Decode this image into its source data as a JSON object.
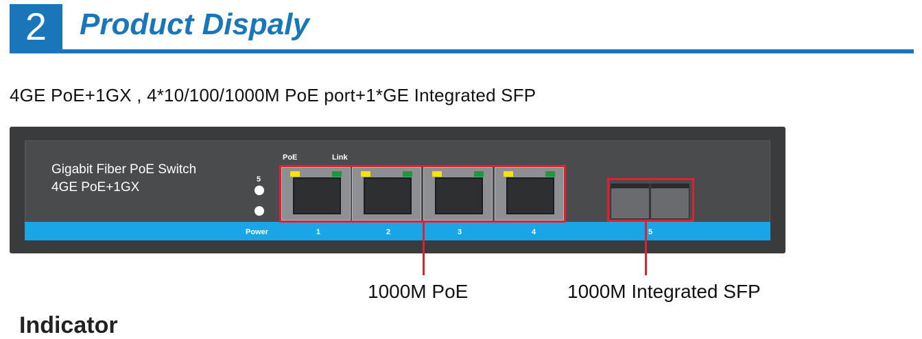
{
  "header": {
    "section_number": "2",
    "title": "Product Dispaly"
  },
  "description": "4GE PoE+1GX , 4*10/100/1000M PoE port+1*GE Integrated SFP",
  "device": {
    "name": "Gigabit Fiber PoE Switch",
    "model": "4GE PoE+1GX",
    "poe_label": "PoE",
    "link_label": "Link",
    "sfp_led_label": "5",
    "power_label": "Power",
    "port_labels": [
      "1",
      "2",
      "3",
      "4",
      "5"
    ]
  },
  "callouts": {
    "poe": "1000M PoE",
    "sfp": "1000M Integrated SFP"
  },
  "next_section": "Indicator",
  "colors": {
    "accent": "#1a76b8",
    "strip": "#1aa6e6",
    "highlight": "#e3202d",
    "poe_led": "#f5e300",
    "link_led": "#1a9a3a"
  }
}
